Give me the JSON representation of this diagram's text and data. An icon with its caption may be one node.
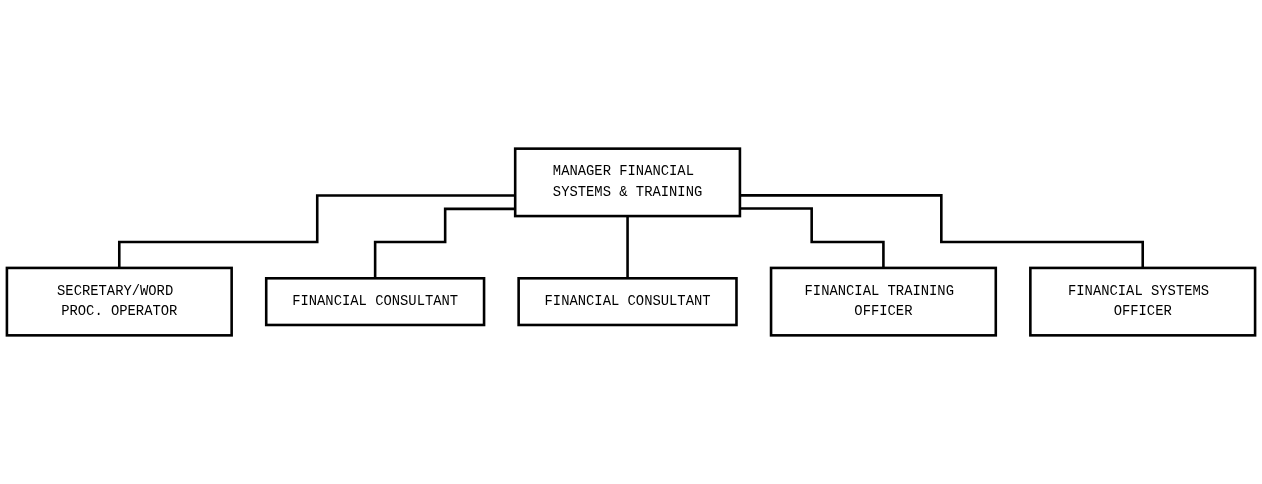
{
  "diagram": {
    "nodes": [
      {
        "text": [
          "MANAGER FINANCIAL SYSTEMS & TRAINING"
        ]
      },
      {
        "text": [
          "SECRETARY/WORD PROC. OPERATOR"
        ]
      },
      {
        "text": [
          "FINANCIAL CONSULTANT"
        ]
      },
      {
        "text": [
          "FINANCIAL CONSULTANT"
        ]
      },
      {
        "text": [
          "FINANCIAL TRAINING OFFICER"
        ]
      },
      {
        "text": [
          "FINANCIAL SYSTEMS OFFICER"
        ]
      }
    ],
    "edges": [
      {
        "from": 0,
        "to": 1,
        "arrow": "none"
      },
      {
        "from": 0,
        "to": 2,
        "arrow": "none"
      },
      {
        "from": 0,
        "to": 3,
        "arrow": "none"
      },
      {
        "from": 0,
        "to": 4,
        "arrow": "none"
      },
      {
        "from": 0,
        "to": 5,
        "arrow": "none"
      }
    ]
  }
}
